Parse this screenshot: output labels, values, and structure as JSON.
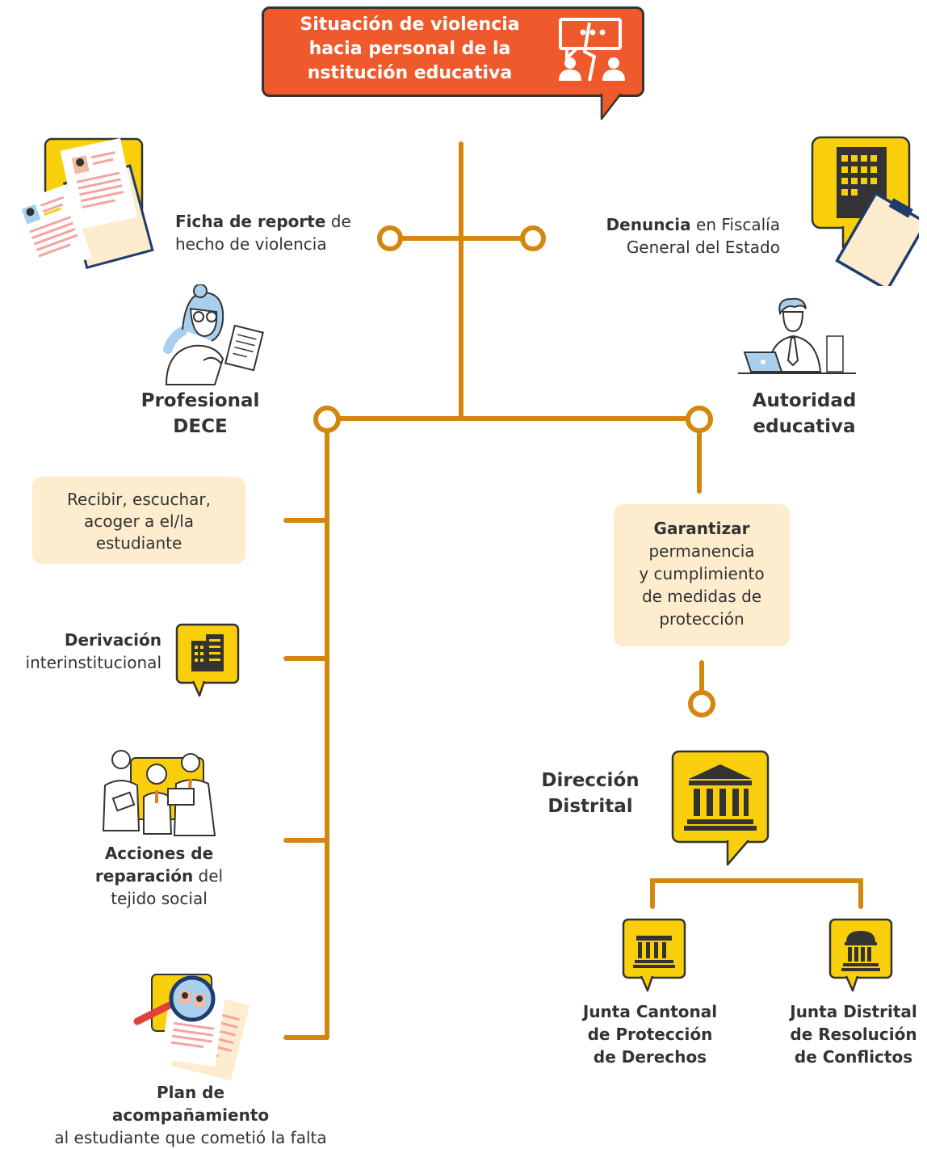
{
  "title": {
    "line1": "Situación de violencia",
    "line2": "hacia personal de la",
    "line3": "nstitución educativa"
  },
  "colors": {
    "accent": "#ee5a2b",
    "line": "#d4870e",
    "yellow": "#f8cf0a",
    "cream": "#fdeccd",
    "text": "#333333"
  },
  "icons": {
    "title": "chat-conflict-icon",
    "ficha": "report-documents-icon",
    "denuncia": "building-clipboard-icon",
    "dece": "woman-with-document-icon",
    "autoridad": "man-with-laptop-icon",
    "derivacion": "buildings-icon",
    "acciones": "group-of-people-icon",
    "plan": "magnifier-documents-icon",
    "direccion": "institution-icon",
    "junta_cantonal": "institution-icon",
    "junta_distrital": "institution-icon"
  },
  "ficha": {
    "bold": "Ficha de reporte",
    "rest": " de",
    "line2": "hecho de violencia"
  },
  "denuncia": {
    "bold": "Denuncia",
    "rest": " en Fiscalía",
    "line2": "General del Estado"
  },
  "dece": {
    "line1": "Profesional",
    "line2": "DECE"
  },
  "autoridad": {
    "line1": "Autoridad",
    "line2": "educativa"
  },
  "recibir": {
    "line1": "Recibir, escuchar,",
    "line2": "acoger a el/la",
    "line3": "estudiante"
  },
  "garantizar": {
    "bold": "Garantizar",
    "line2": "permanencia",
    "line3": "y cumplimiento",
    "line4": "de medidas de",
    "line5": "protección"
  },
  "derivacion": {
    "bold": "Derivación",
    "line2": "interinstitucional"
  },
  "acciones": {
    "bold1": "Acciones de",
    "bold2": "reparación",
    "rest2": " del",
    "line3": "tejido social"
  },
  "direccion": {
    "line1": "Dirección",
    "line2": "Distrital"
  },
  "junta_cantonal": {
    "line1": "Junta Cantonal",
    "line2": "de Protección",
    "line3": "de Derechos"
  },
  "junta_distrital": {
    "line1": "Junta Distrital",
    "line2": "de Resolución",
    "line3": "de Conflictos"
  },
  "plan": {
    "bold1": "Plan de",
    "bold2": "acompañamiento",
    "line3": "al estudiante que cometió la falta"
  }
}
